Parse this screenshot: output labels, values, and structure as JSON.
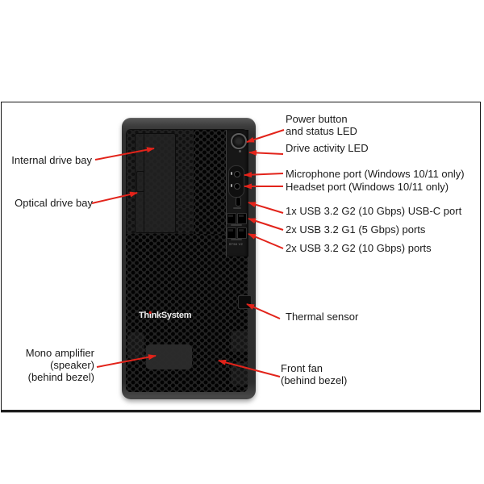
{
  "figure": {
    "brand": {
      "full": "ThinkSystem",
      "p1": "Th",
      "p2": "i",
      "p3": "nkSystem"
    },
    "model_badge": "ST50 V2",
    "colors": {
      "callout_red": "#e2231a",
      "label_text": "#1a1a1a",
      "chassis_face": "#212121",
      "background": "#ffffff"
    },
    "labels": {
      "internal_drive_bay": "Internal drive bay",
      "optical_drive_bay": "Optical drive bay",
      "mono_amplifier": "Mono amplifier\n(speaker)\n(behind bezel)",
      "power_button": "Power button\nand status LED",
      "drive_activity_led": "Drive activity LED",
      "microphone_port": "Microphone port (Windows 10/11 only)",
      "headset_port": "Headset port (Windows 10/11 only)",
      "usb_c_port": "1x USB 3.2 G2 (10 Gbps) USB-C port",
      "usb_g1_ports": "2x USB 3.2 G1 (5 Gbps) ports",
      "usb_g2_ports": "2x USB 3.2 G2 (10 Gbps) ports",
      "thermal_sensor": "Thermal sensor",
      "front_fan": "Front fan\n(behind bezel)"
    }
  }
}
